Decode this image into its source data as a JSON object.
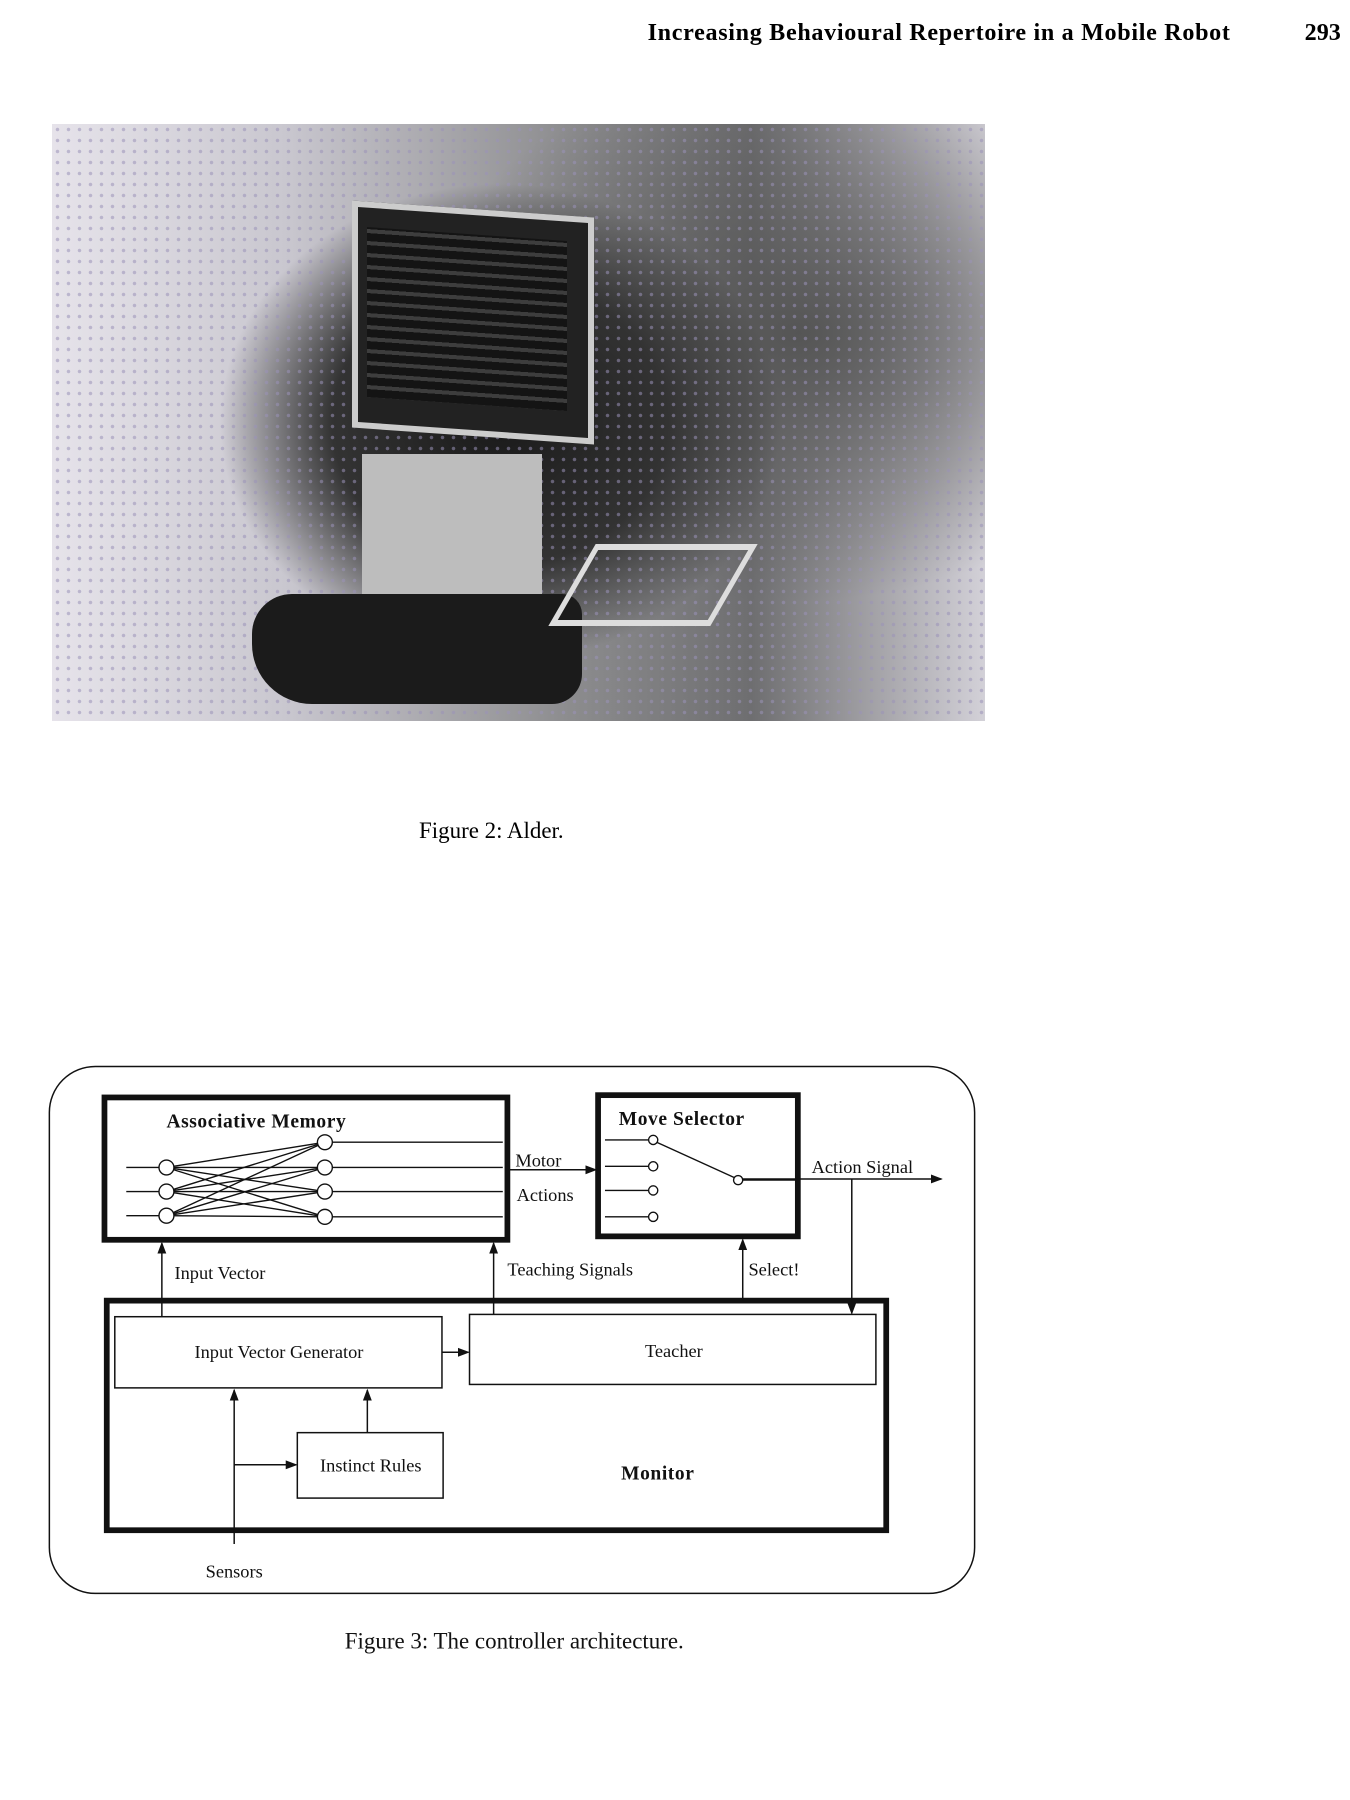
{
  "header": {
    "running_title": "Increasing Behavioural Repertoire in a Mobile Robot",
    "page_number": "293"
  },
  "figure2": {
    "caption": "Figure 2: Alder."
  },
  "figure3": {
    "caption": "Figure 3: The controller architecture.",
    "associative_memory": "Associative Memory",
    "move_selector": "Move Selector",
    "motor": "Motor",
    "actions": "Actions",
    "action_signal": "Action Signal",
    "input_vector": "Input Vector",
    "teaching_signals": "Teaching Signals",
    "select": "Select!",
    "input_vector_generator": "Input Vector Generator",
    "teacher": "Teacher",
    "instinct_rules": "Instinct Rules",
    "monitor": "Monitor",
    "sensors": "Sensors"
  }
}
